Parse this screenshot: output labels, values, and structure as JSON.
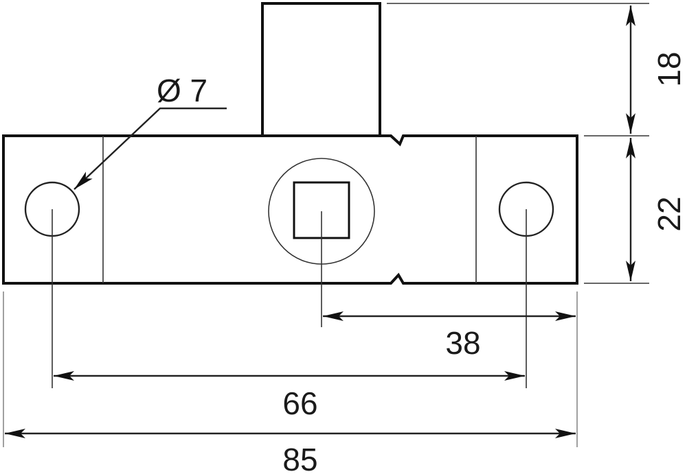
{
  "drawing": {
    "dimensions": {
      "hole_diameter": "Ø 7",
      "top_height": "18",
      "body_height": "22",
      "center_to_hole": "38",
      "hole_spacing": "66",
      "overall_length": "85"
    }
  }
}
